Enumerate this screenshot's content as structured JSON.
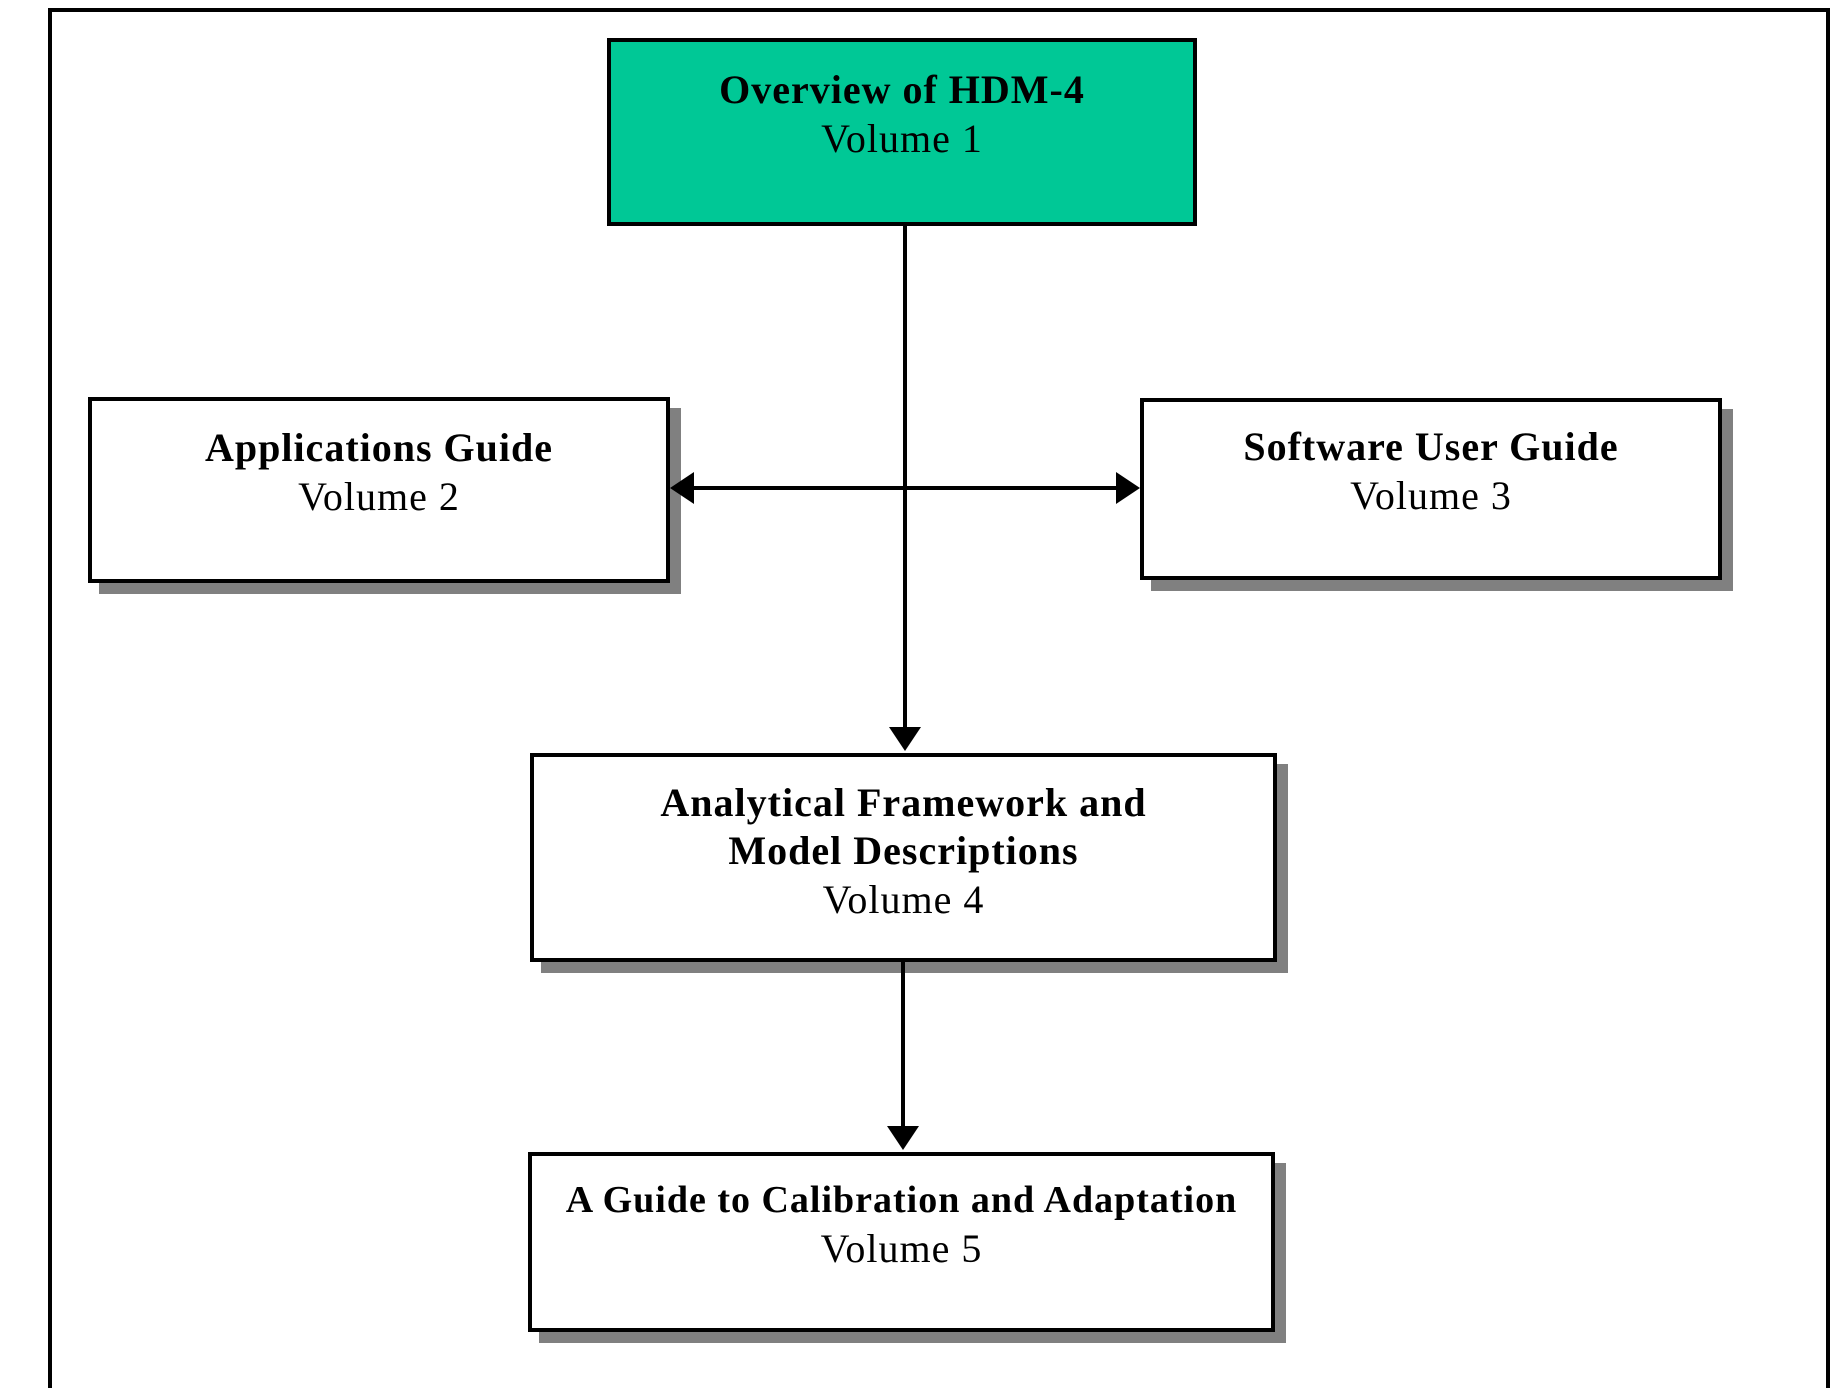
{
  "diagram": {
    "nodes": {
      "volume1": {
        "title": "Overview of HDM-4",
        "subtitle": "Volume 1",
        "fill": "#00C896",
        "highlighted": true
      },
      "volume2": {
        "title": "Applications Guide",
        "subtitle": "Volume 2"
      },
      "volume3": {
        "title": "Software User Guide",
        "subtitle": "Volume 3"
      },
      "volume4": {
        "title_line1": "Analytical Framework and",
        "title_line2": "Model Descriptions",
        "subtitle": "Volume 4"
      },
      "volume5": {
        "title": "A Guide to Calibration and Adaptation",
        "subtitle": "Volume 5"
      }
    },
    "colors": {
      "highlight_fill": "#00C896",
      "box_fill": "#FFFFFF",
      "border": "#000000",
      "shadow": "#808080"
    }
  }
}
